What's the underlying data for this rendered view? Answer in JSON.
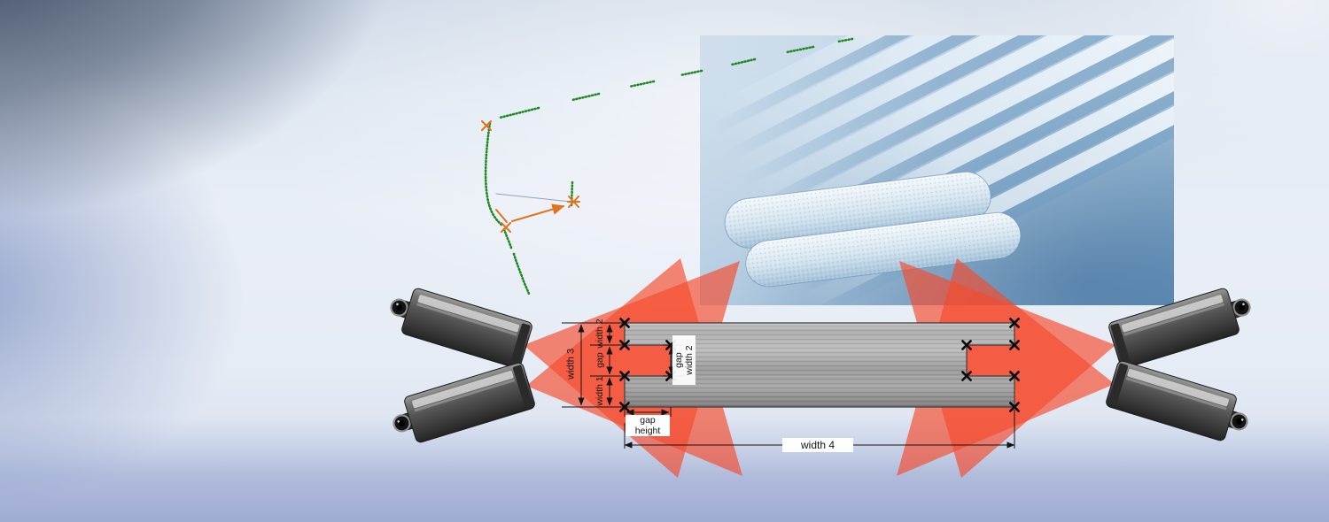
{
  "diagram": {
    "labels": {
      "width1": "width 1",
      "width2": "width 2",
      "width3": "width 3",
      "width4": "width 4",
      "gap": "gap",
      "gap_width2_line1": "gap",
      "gap_width2_line2": "width 2",
      "gap_height_line1": "gap",
      "gap_height_line2": "height"
    },
    "colors": {
      "laser_red": "#f64a2c",
      "metal_gray": "#a0a0a0",
      "trace_green": "#1f8a24",
      "mark_orange": "#e0731d",
      "dimension": "#141414"
    }
  }
}
